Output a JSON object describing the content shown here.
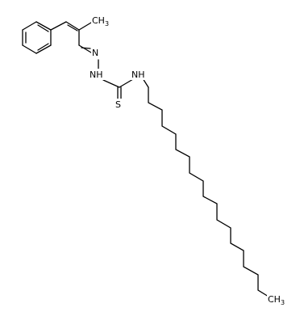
{
  "molecule": {
    "labels": {
      "methyl": "CH",
      "methyl_sub": "3",
      "imine_n": "N",
      "hydrazine_nh": "NH",
      "thioamide_nh": "NH",
      "thione_s": "S",
      "terminal_methyl": "CH",
      "terminal_methyl_sub": "3"
    },
    "colors": {
      "bond": "#000000",
      "label": "#000000",
      "background": "#ffffff"
    }
  }
}
